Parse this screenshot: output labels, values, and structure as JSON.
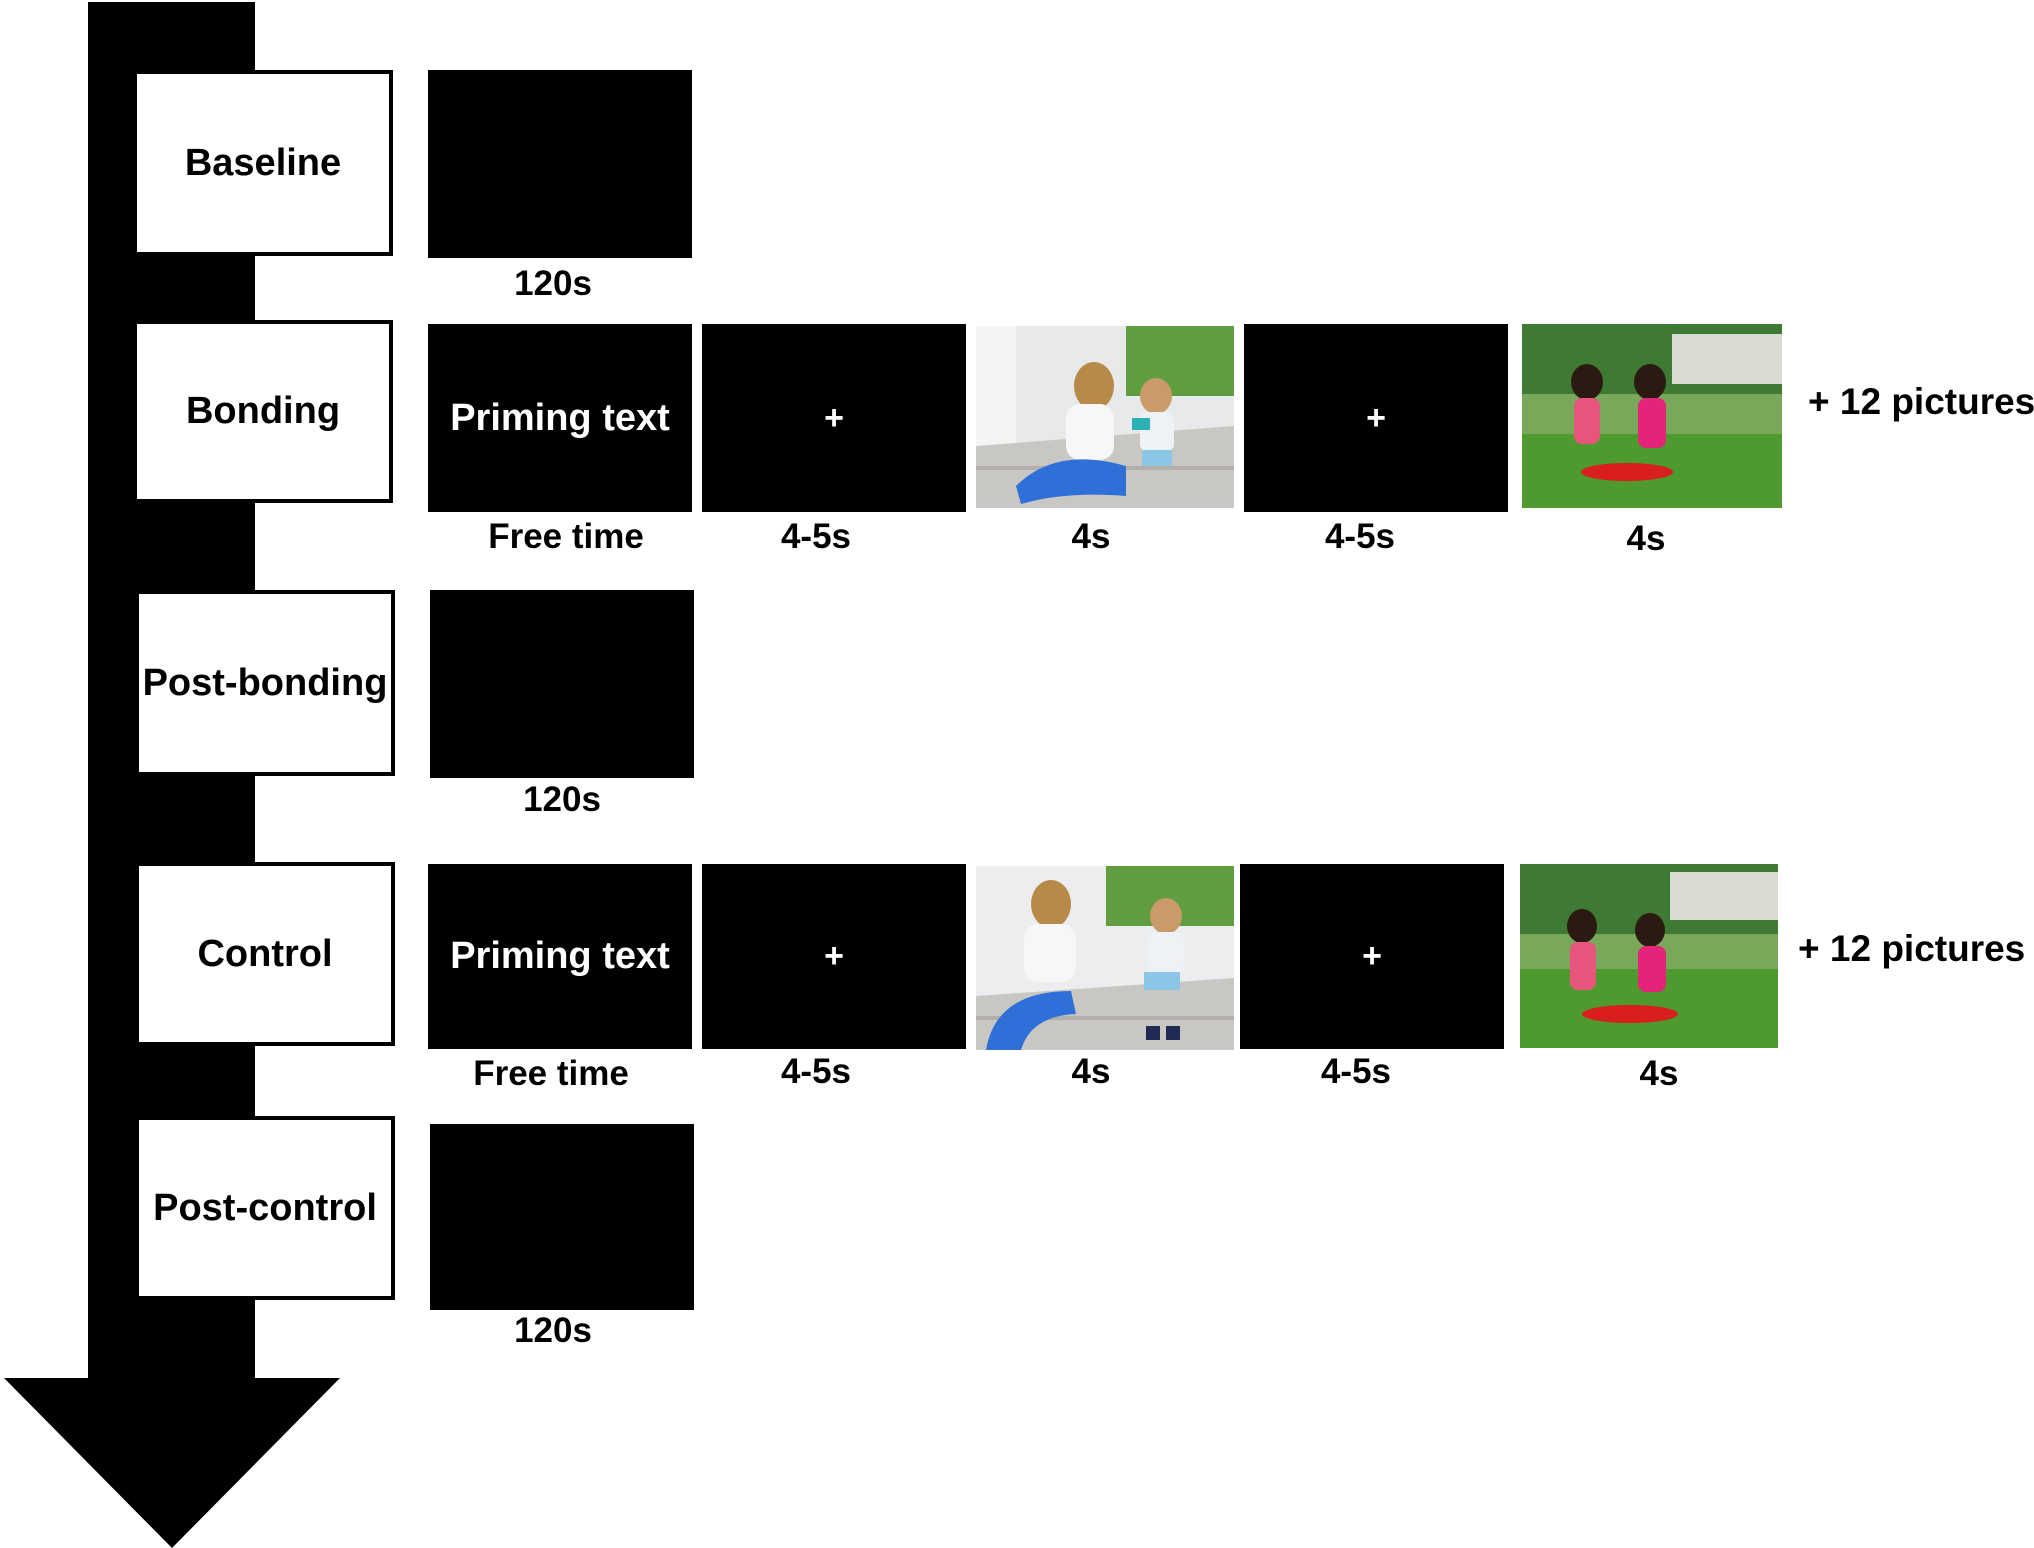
{
  "phases": {
    "baseline": "Baseline",
    "bonding": "Bonding",
    "post_bonding": "Post-bonding",
    "control": "Control",
    "post_control": "Post-control"
  },
  "durations": {
    "baseline": "120s",
    "post_bonding": "120s",
    "post_control": "120s",
    "free_time": "Free time",
    "fixation": "4-5s",
    "picture": "4s"
  },
  "screens": {
    "priming": "Priming text",
    "fixation": "+"
  },
  "more_pictures": "+ 12 pictures",
  "colors": {
    "arrow": "#000000",
    "screen": "#000000",
    "box_border": "#000000",
    "grass": "#4e9a2e",
    "jeans": "#2f6fd8"
  },
  "icons": {
    "timeline": "down-arrow-icon"
  }
}
